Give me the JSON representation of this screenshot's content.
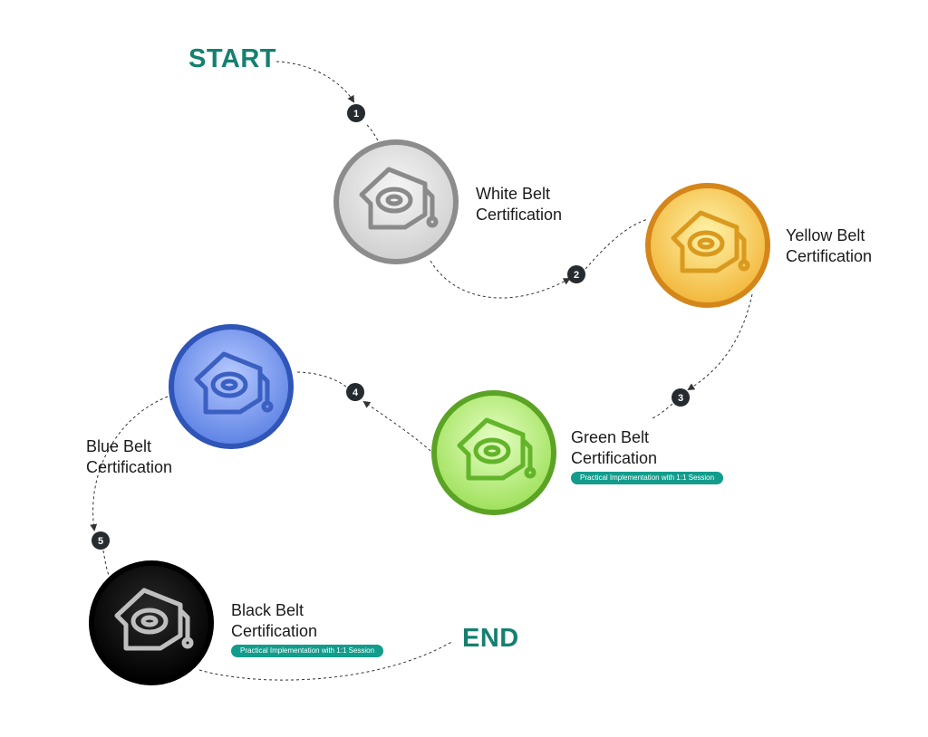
{
  "start_label": "START",
  "end_label": "END",
  "steps": [
    {
      "number": "1",
      "line1": "White Belt",
      "line2": "Certification",
      "badge": "",
      "color": "#9a9a9a"
    },
    {
      "number": "2",
      "line1": "Yellow Belt",
      "line2": "Certification",
      "badge": "",
      "color": "#e6a321"
    },
    {
      "number": "3",
      "line1": "Green Belt",
      "line2": "Certification",
      "badge": "Practical Implementation with 1:1 Session",
      "color": "#6fbf2a"
    },
    {
      "number": "4",
      "line1": "Blue Belt",
      "line2": "Certification",
      "badge": "",
      "color": "#3a63c4"
    },
    {
      "number": "5",
      "line1": "Black Belt",
      "line2": "Certification",
      "badge": "Practical Implementation with 1:1 Session",
      "color": "#111111"
    }
  ],
  "icons": {
    "medal": "graduation-cap-icon"
  }
}
